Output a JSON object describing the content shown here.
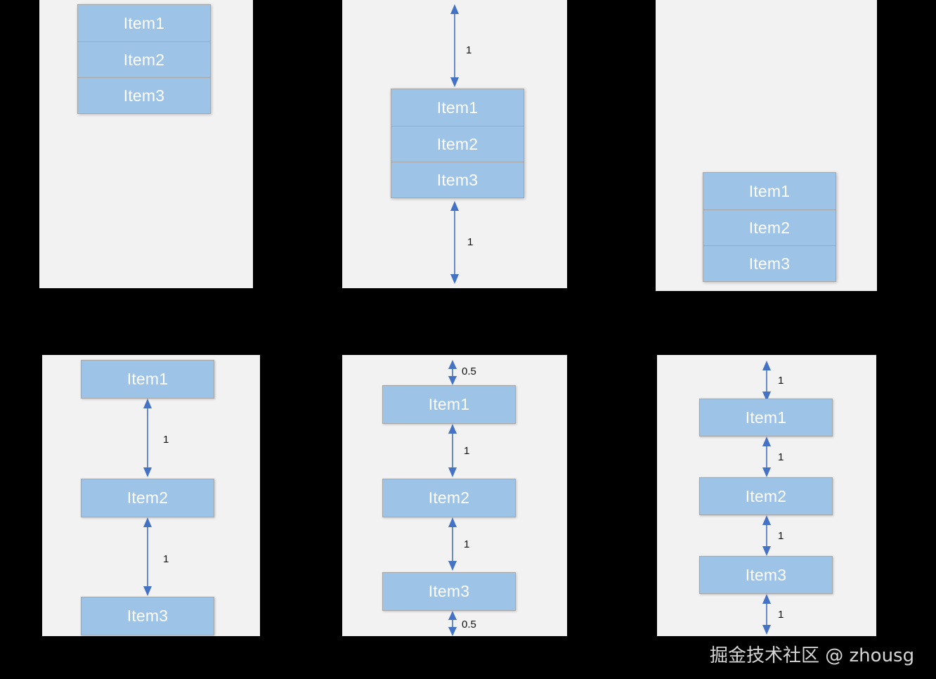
{
  "figure": {
    "background_color": "#000000",
    "panel_color": "#F2F2F2",
    "item_color": "#9DC3E6",
    "item_border_color": "#A6A6A6",
    "item_text_color": "#FFFFFF",
    "arrow_color": "#4472C4",
    "label_color": "#111111"
  },
  "items": {
    "one": "Item1",
    "two": "Item2",
    "three": "Item3"
  },
  "panels": [
    {
      "id": "flex-start",
      "items": [
        "Item1",
        "Item2",
        "Item3"
      ],
      "gaps": []
    },
    {
      "id": "center",
      "items": [
        "Item1",
        "Item2",
        "Item3"
      ],
      "gaps": [
        "1",
        "1"
      ]
    },
    {
      "id": "flex-end",
      "items": [
        "Item1",
        "Item2",
        "Item3"
      ],
      "gaps": []
    },
    {
      "id": "space-between",
      "items": [
        "Item1",
        "Item2",
        "Item3"
      ],
      "gaps": [
        "1",
        "1"
      ]
    },
    {
      "id": "space-around",
      "items": [
        "Item1",
        "Item2",
        "Item3"
      ],
      "gaps": [
        "0.5",
        "1",
        "1",
        "0.5"
      ]
    },
    {
      "id": "space-evenly",
      "items": [
        "Item1",
        "Item2",
        "Item3"
      ],
      "gaps": [
        "1",
        "1",
        "1",
        "1"
      ]
    }
  ],
  "labels": {
    "p2_top": "1",
    "p2_bottom": "1",
    "p4_gap1": "1",
    "p4_gap2": "1",
    "p5_top": "0.5",
    "p5_gap1": "1",
    "p5_gap2": "1",
    "p5_bottom": "0.5",
    "p6_top": "1",
    "p6_gap1": "1",
    "p6_gap2": "1",
    "p6_bottom": "1"
  },
  "watermark": {
    "text": "掘金技术社区 @ zhousg"
  }
}
